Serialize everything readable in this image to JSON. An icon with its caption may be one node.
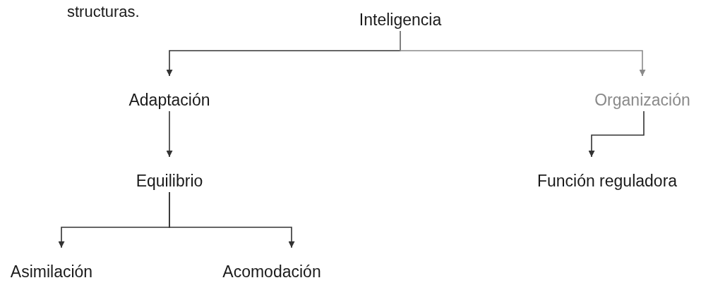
{
  "diagram": {
    "nodes": [
      {
        "text": [
          "Inteligencia"
        ]
      },
      {
        "text": [
          "Adaptación"
        ]
      },
      {
        "text": [
          "Organización"
        ]
      },
      {
        "text": [
          "Equilibrio"
        ]
      },
      {
        "text": [
          "Función reguladora"
        ]
      },
      {
        "text": [
          "Asimilación"
        ]
      },
      {
        "text": [
          "Acomodación"
        ]
      }
    ],
    "edges": [
      {
        "from": 0,
        "to": 1,
        "arrow": "to"
      },
      {
        "from": 0,
        "to": 2,
        "arrow": "to",
        "color": "#8a8a8a"
      },
      {
        "from": 1,
        "to": 3,
        "arrow": "to"
      },
      {
        "from": 2,
        "to": 4,
        "arrow": "to"
      },
      {
        "from": 3,
        "to": 5,
        "arrow": "to"
      },
      {
        "from": 3,
        "to": 6,
        "arrow": "to"
      }
    ],
    "labels": [
      "structuras."
    ]
  }
}
